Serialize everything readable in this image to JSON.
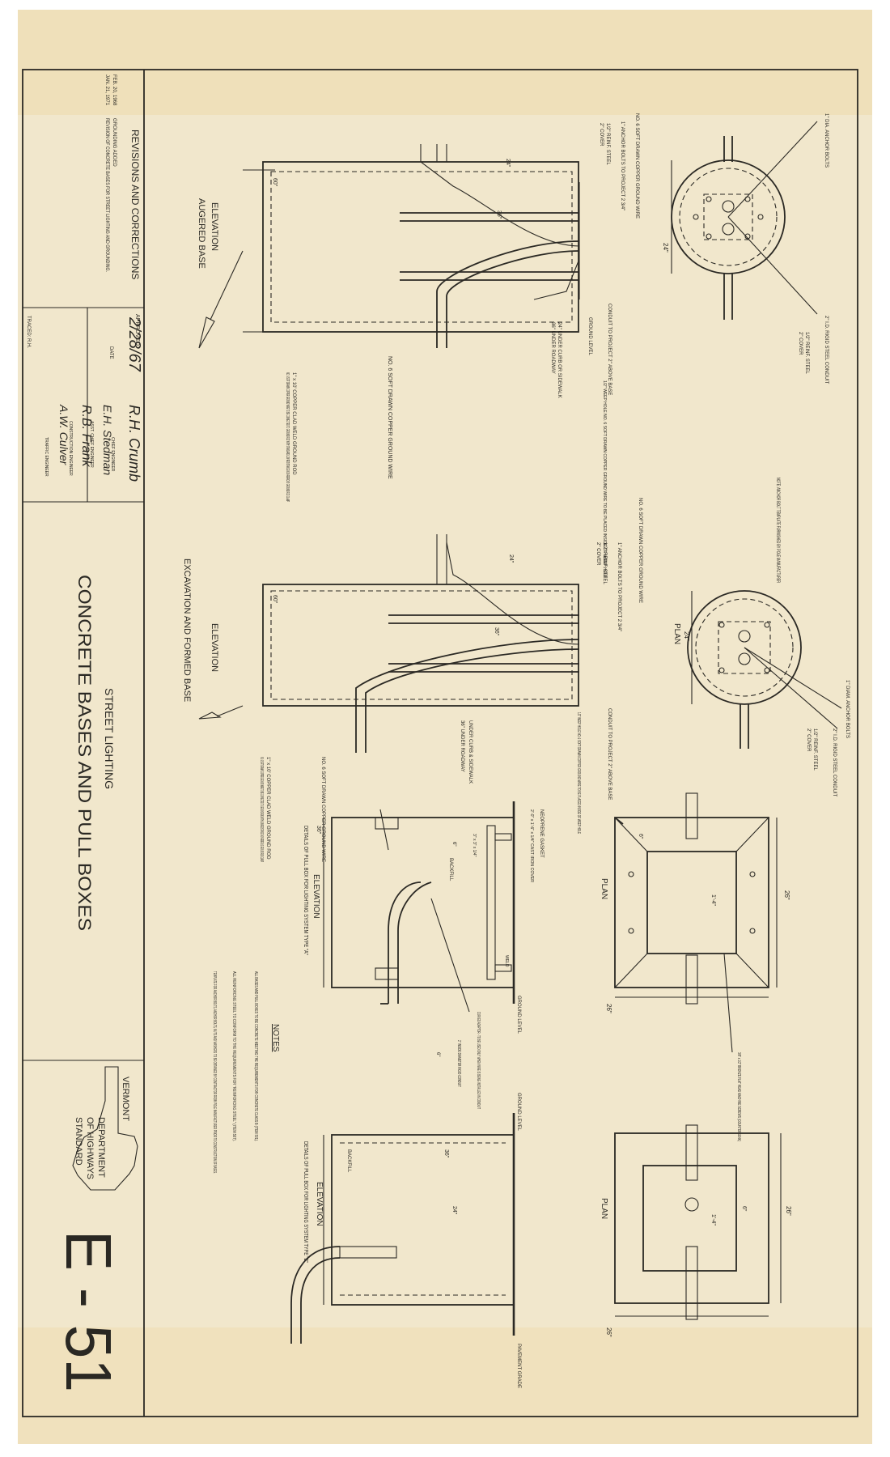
{
  "sheet": {
    "department": {
      "state": "VERMONT",
      "line1": "DEPARTMENT",
      "line2": "OF HIGHWAYS",
      "line3": "STANDARD"
    },
    "title": {
      "subtitle": "STREET LIGHTING",
      "main": "CONCRETE BASES AND PULL BOXES"
    },
    "sheet_number": "E - 51",
    "revisions": {
      "heading": "REVISIONS AND CORRECTIONS",
      "entries": [
        {
          "date": "FEB. 20, 1968",
          "text": "GROUNDING ADDED"
        },
        {
          "date": "JAN. 21, 1971",
          "text": "REVISION OF CONCRETE BASES FOR STREET LIGHTING AND GROUNDING."
        }
      ]
    },
    "approval": {
      "label": "APPROVED",
      "date": "2/28/67",
      "date_label": "DATE",
      "signatures": [
        {
          "name": "R.H. Crumb",
          "title": "CHIEF ENGINEER"
        },
        {
          "name": "E.H. Stedman",
          "title": "ASST. CHIEF ENGINEER"
        },
        {
          "name": "R.B. Frank",
          "title": "CONSTRUCTION ENGINEER"
        },
        {
          "name": "A.W. Culver",
          "title": "TRAFFIC ENGINEER"
        }
      ],
      "traced": "TRACED: R.H."
    }
  },
  "views": {
    "augered": {
      "plan": {
        "dim": "24\"",
        "labels": [
          "1\" DIA. ANCHOR BOLTS",
          "2\" I.D. RIGID STEEL CONDUIT",
          "1/2\" REINF. STEEL",
          "2\" COVER"
        ]
      },
      "elevation_title": "ELEVATION",
      "base_title": "AUGERED BASE",
      "labels": [
        "NO. 6 SOFT DRAWN COPPER GROUND WIRE",
        "1\" ANCHOR BOLTS TO PROJECT 2 3/4\"",
        "1/2\" REINF. STEEL",
        "2\" COVER",
        "24\"",
        "60\"",
        "36\"",
        "CONDUIT TO PROJECT 2\" ABOVE BASE",
        "GROUND LEVEL",
        "1/2\" WEEP HOLE NO. 6 SOFT DRAWN COPPER GROUND WIRE TO BE PLACED INSIDE OF WEEP HOLE",
        "24\" UNDER CURB OR SIDEWALK",
        "36\" UNDER ROADWAY",
        "NO. 6 SOFT DRAWN COPPER GROUND WIRE",
        "1\" x 10' COPPER CLAD WELD GROUND ROD",
        "NO. 6 SOFT DRAWN COPPER GROUND WIRE TO BE CONNECTED TO GROUND ROD WITH STANDARD LOW RESISTANCE NON-FERROUS GROUND ROD CLAMP"
      ]
    },
    "formed": {
      "plan_title": "PLAN",
      "plan": {
        "dim": "24\"",
        "labels": [
          "1\" DIAM. ANCHOR BOLTS",
          "2\" I.D. RIGID STEEL CONDUIT",
          "1/2\" REINF. STEEL",
          "2\" COVER"
        ]
      },
      "note": "NOTE: ANCHOR BOLT TEMPLATE FURNISHED BY POLE MANUFACTURER",
      "elevation_title": "ELEVATION",
      "base_title": "EXCAVATION AND FORMED BASE",
      "labels": [
        "NO. 6 SOFT DRAWN COPPER GROUND WIRE",
        "1\" ANCHOR BOLTS TO PROJECT 2 3/4\"",
        "1/2\" REINF. STEEL",
        "2\" COVER",
        "24\"",
        "60\"",
        "36\"",
        "CONDUIT TO PROJECT 2\" ABOVE BASE",
        "1/2\" WEEP HOLE NO. 6 SOFT DRAWN COPPER GROUND WIRE TO BE PLACED INSIDE OF WEEP HOLE",
        "UNDER CURB & SIDEWALK",
        "36\" UNDER ROADWAY",
        "NO. 6 SOFT DRAWN COPPER GROUND WIRE",
        "1\" x 10' COPPER CLAD WELD GROUND ROD",
        "NO. 6 SOFT DRAWN COPPER GROUND WIRE TO BE CONNECTED TO GROUND ROD WITH LOW RESISTANCE NON-FERROUS GROUND ROD CLAMP"
      ]
    },
    "pullbox_a": {
      "plan_title": "PLAN",
      "plan": {
        "dim_outer": "26\"",
        "dim_inner": "1'-4\"",
        "dim_wall": "6\"",
        "labels": [
          "3/8\" x 1/2\" BRONZE FLAT HEAD MACHINE SCREWS (COUNTERSUNK)"
        ]
      },
      "title": "DETAILS OF PULL BOX FOR LIGHTING SYSTEM TYPE \"A\"",
      "elevation_title": "ELEVATION",
      "labels": [
        "NEOPRENE GASKET",
        "2'-0\" x 1'-6\" x 1/4\" CAST IRON COVER",
        "GROUND LEVEL",
        "CURVED ADAPTOR - TO BE USED ONLY WHEN WIRE IS BEING INSTALLED IN CONDUIT",
        "2\" INSIDE DIAMETER RIGID CONDUIT",
        "BACKFILL",
        "WELD",
        "36\"",
        "6\"",
        "3\" x 3\" x 1/4\""
      ]
    },
    "pullbox_b": {
      "plan_title": "PLAN",
      "plan": {
        "dim_outer": "26\"",
        "dim_inner": "1'-4\"",
        "dim_wall": "6\""
      },
      "title": "DETAILS OF PULL BOX FOR LIGHTING SYSTEM TYPE \"B\"",
      "elevation_title": "ELEVATION",
      "labels": [
        "GROUND LEVEL",
        "PAVEMENT GRADE",
        "BACKFILL",
        "36\"",
        "24\"",
        "6\""
      ]
    }
  },
  "notes": {
    "heading": "NOTES",
    "items": [
      "ALL BASES AND PULL BOXES TO BE CONCRETE MEETING THE REQUIREMENTS FOR CONCRETE CLASS B (ITEM 501).",
      "ALL REINFORCING STEEL TO CONFORM TO THE REQUIREMENTS FOR \"REINFORCING STEEL\" (ITEM 507).",
      "TEMPLATE FOR ANCHOR BOLTS, ANCHOR BOLTS, NUTS AND WASHERS TO BE OBTAINED BY CONTRACTOR FROM POLE MANUFACTURER PRIOR TO CONSTRUCTION OF BASES."
    ]
  },
  "palette": {
    "paper": "#f1e7cc",
    "ink": "#2b2924",
    "stain": "#e8d6a8"
  }
}
